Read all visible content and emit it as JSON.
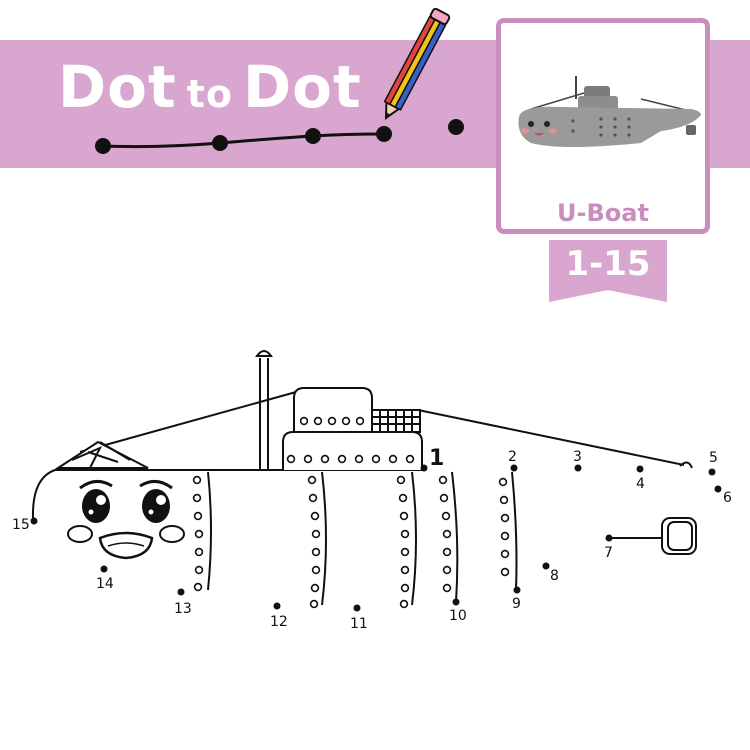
{
  "header": {
    "title_part1": "Dot",
    "title_connector": "to",
    "title_part2": "Dot"
  },
  "card": {
    "label": "U-Boat",
    "range": "1-15"
  },
  "colors": {
    "banner": "#d9a6cf",
    "accent": "#c98dbe",
    "pencil_stripes": [
      "#e0463c",
      "#f2c418",
      "#3a5fc8"
    ]
  },
  "puzzle": {
    "dots": [
      {
        "label": "1"
      },
      {
        "label": "2"
      },
      {
        "label": "3"
      },
      {
        "label": "4"
      },
      {
        "label": "5"
      },
      {
        "label": "6"
      },
      {
        "label": "7"
      },
      {
        "label": "8"
      },
      {
        "label": "9"
      },
      {
        "label": "10"
      },
      {
        "label": "11"
      },
      {
        "label": "12"
      },
      {
        "label": "13"
      },
      {
        "label": "14"
      },
      {
        "label": "15"
      }
    ]
  }
}
